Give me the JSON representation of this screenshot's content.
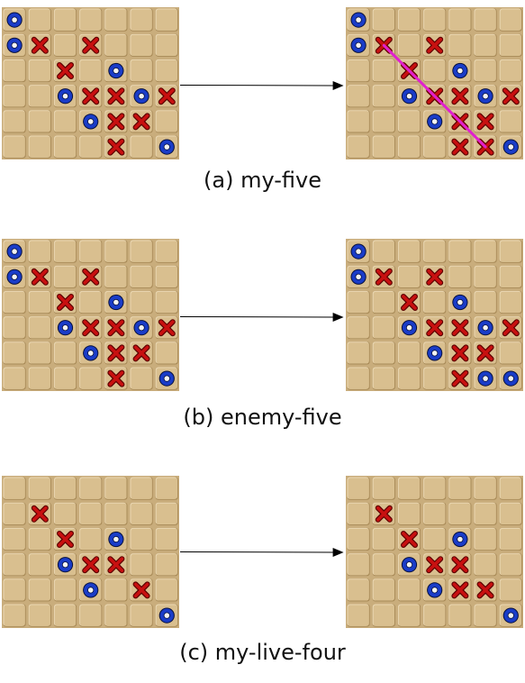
{
  "cols": 7,
  "rows": 6,
  "colors": {
    "board": "#c9ad7c",
    "cell": "#d9bf8f",
    "cell_edge_light": "#ead7b2",
    "cell_edge_dark": "#a88a57",
    "x_mark": "#c81010",
    "x_outline": "#5c0000",
    "o_ring": "#1a3cc8",
    "o_outline": "#08103a",
    "win_line": "#e020d0",
    "arrow": "#000000"
  },
  "panels": [
    {
      "id": "a",
      "caption": "(a) my-five",
      "before": [
        ".......",
        "OX.X...",
        "..X.O..",
        "..OXXOX",
        "...OXX.",
        "....X.O"
      ],
      "before_extra": [
        {
          "r": 0,
          "c": 0,
          "v": "O"
        }
      ],
      "after": [
        "O......",
        "OX.X...",
        "..X.O..",
        "..OXXOX",
        "...OXX.",
        "....XXO"
      ],
      "win_line": {
        "from": [
          1,
          1
        ],
        "to": [
          5,
          5
        ]
      }
    },
    {
      "id": "b",
      "caption": "(b) enemy-five",
      "before": [
        "O......",
        "OX.X...",
        "..X.O..",
        "..OXXOX",
        "...OXX.",
        "....X.O"
      ],
      "after": [
        "O......",
        "OX.X...",
        "..X.O..",
        "..OXXOX",
        "...OXX.",
        "....XOO"
      ]
    },
    {
      "id": "c",
      "caption": "(c) my-live-four",
      "before": [
        ".......",
        ".X.....",
        "..X.O..",
        "..OXX..",
        "...O.X.",
        "......O"
      ],
      "after": [
        ".......",
        ".X.....",
        "..X.O..",
        "..OXX..",
        "...OXX.",
        "......O"
      ]
    }
  ]
}
